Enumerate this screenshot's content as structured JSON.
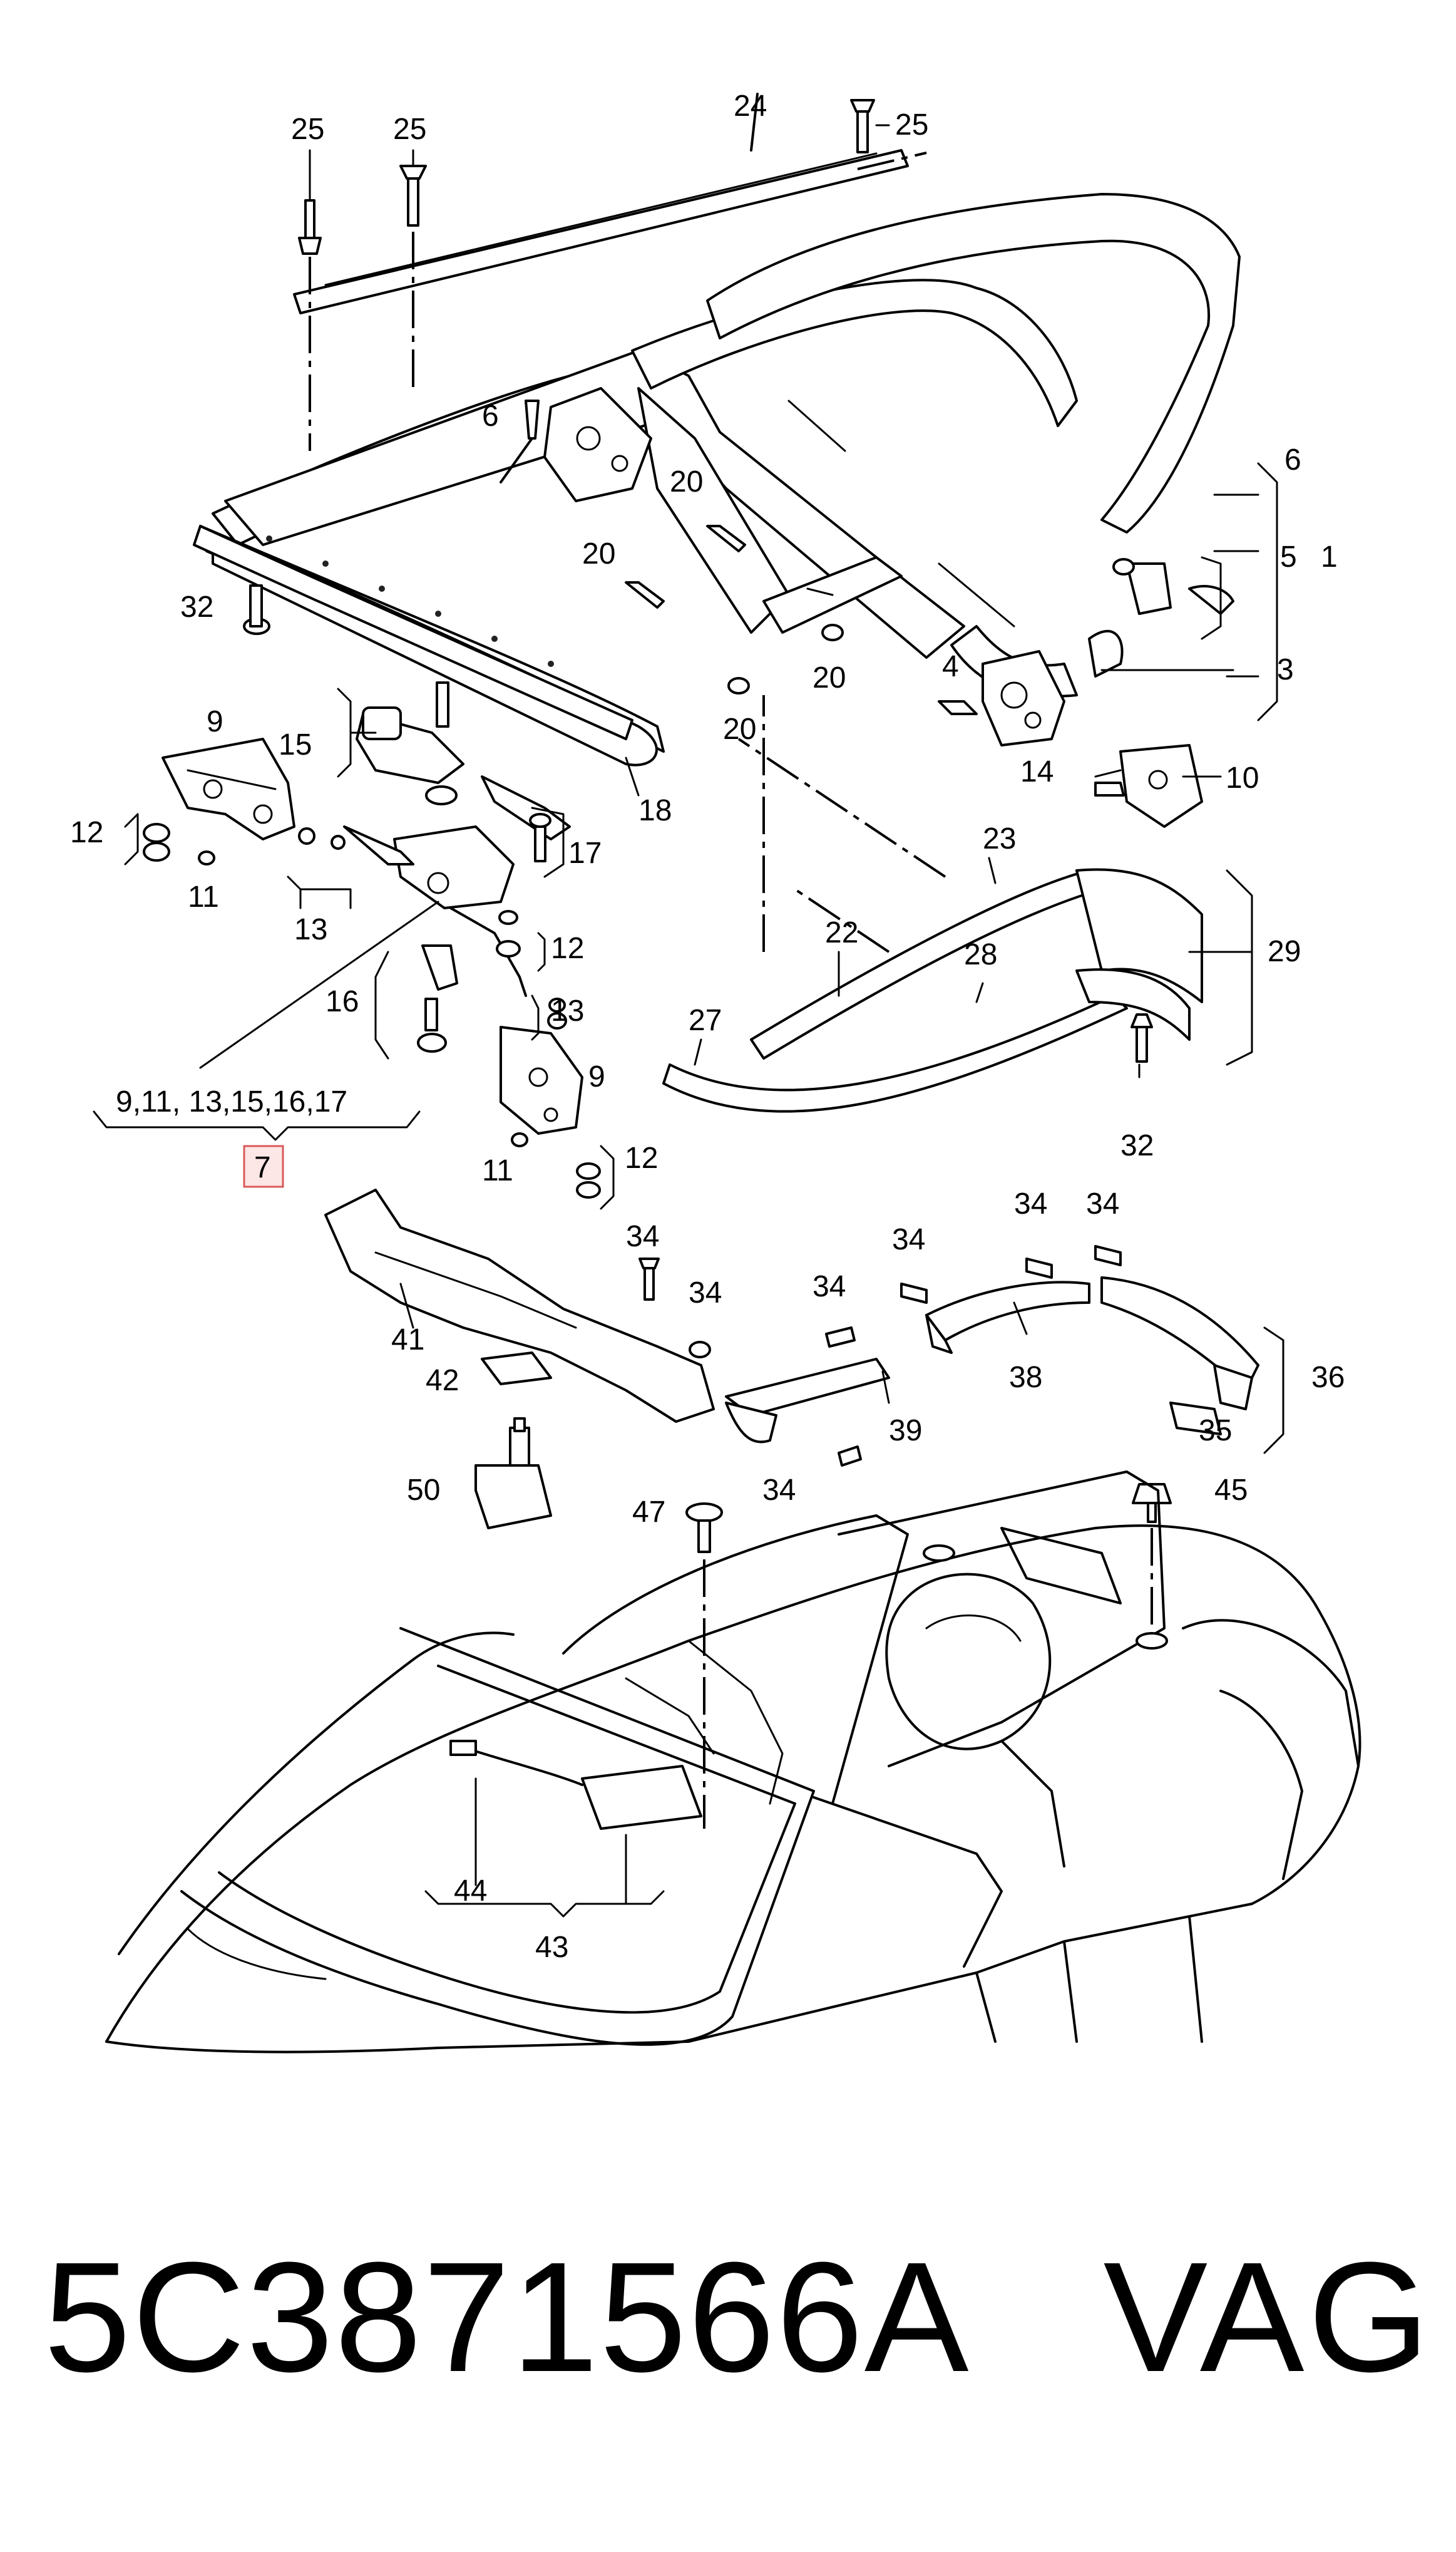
{
  "diagram": {
    "callouts": {
      "c1": "1",
      "c3": "3",
      "c4": "4",
      "c5": "5",
      "c6": "6",
      "c9a": "9",
      "c9b": "9",
      "c10": "10",
      "c11a": "11",
      "c11b": "11",
      "c12a": "12",
      "c12b": "12",
      "c12c": "12",
      "c13a": "13",
      "c13b": "13",
      "c14": "14",
      "c15": "15",
      "c16": "16",
      "c17": "17",
      "c18": "18",
      "c20a": "20",
      "c20b": "20",
      "c20c": "20",
      "c20d": "20",
      "c22": "22",
      "c23": "23",
      "c24": "24",
      "c25a": "25",
      "c25b": "25",
      "c25c": "25",
      "c27": "27",
      "c28": "28",
      "c29": "29",
      "c32a": "32",
      "c32b": "32",
      "c34a": "34",
      "c34b": "34",
      "c34c": "34",
      "c34d": "34",
      "c34e": "34",
      "c34f": "34",
      "c34g": "34",
      "c35": "35",
      "c36": "36",
      "c38": "38",
      "c39": "39",
      "c41": "41",
      "c42": "42",
      "c43": "43",
      "c44": "44",
      "c45": "45",
      "c47": "47",
      "c50": "50",
      "c6b": "6",
      "c7": "7",
      "group7": "9,11,  13,15,16,17"
    }
  },
  "footer": {
    "part_number": "5C3871566A",
    "brand": "VAG"
  }
}
